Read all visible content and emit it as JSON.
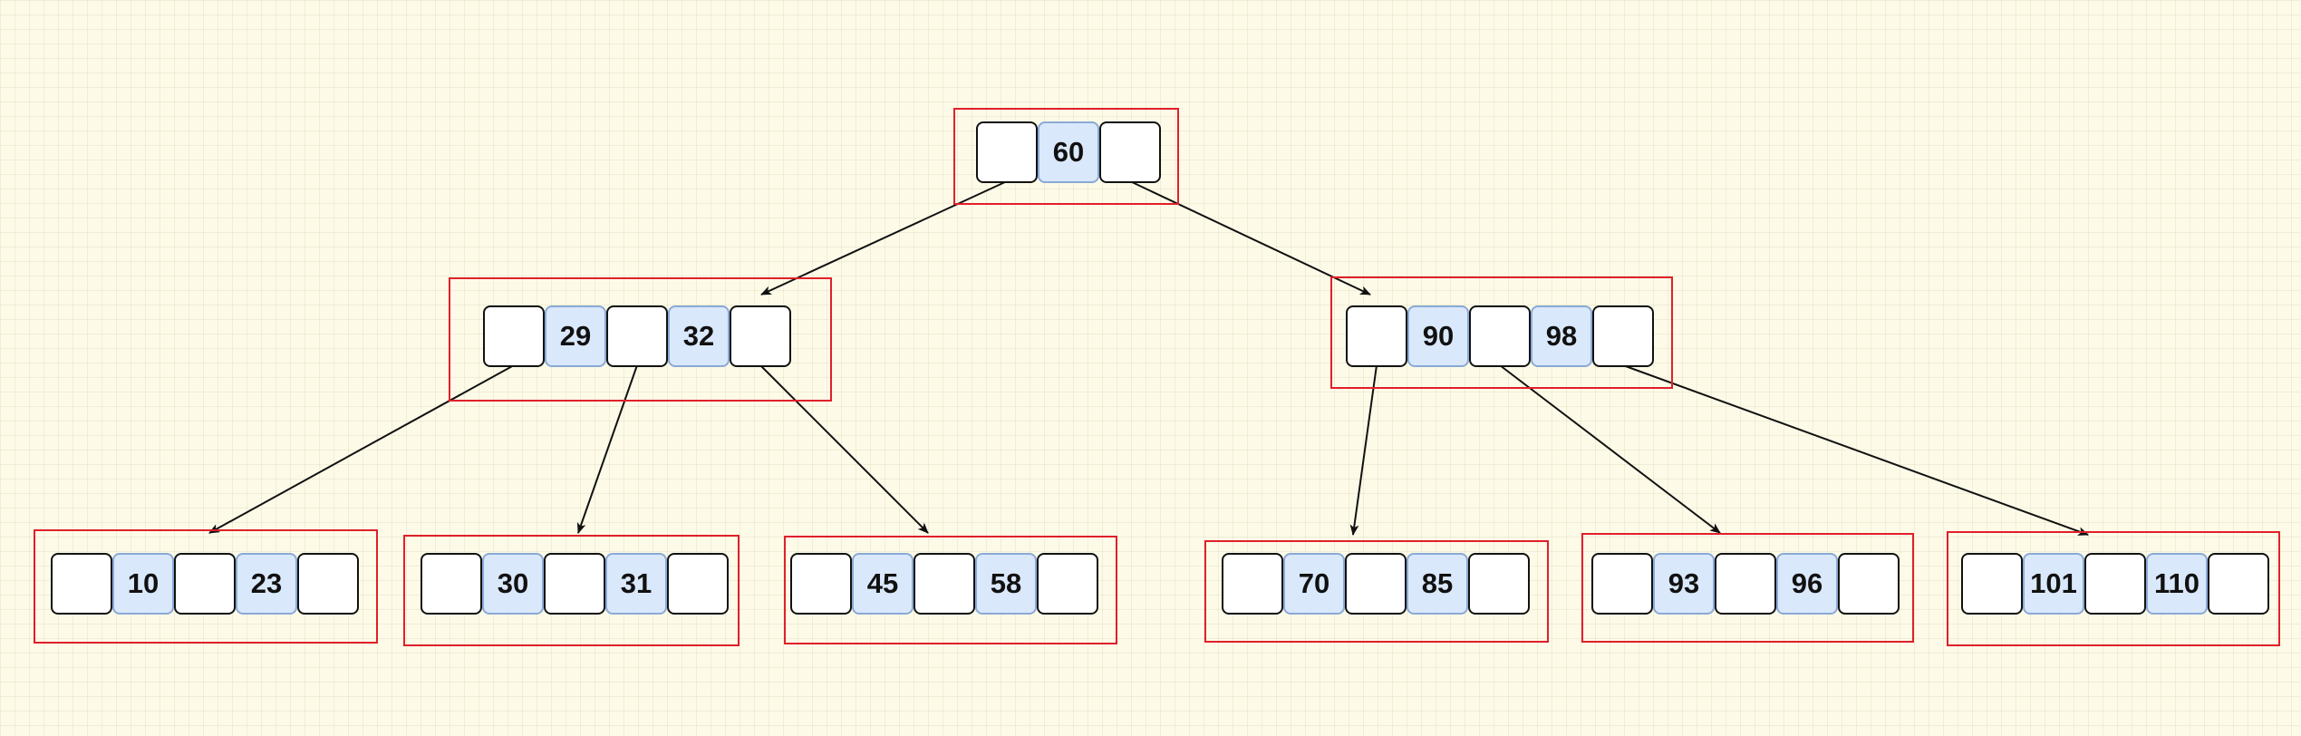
{
  "diagram": {
    "type": "b-tree",
    "nodes": [
      {
        "id": "root",
        "level": 0,
        "keys": [
          "60"
        ]
      },
      {
        "id": "n29-32",
        "level": 1,
        "keys": [
          "29",
          "32"
        ]
      },
      {
        "id": "n90-98",
        "level": 1,
        "keys": [
          "90",
          "98"
        ]
      },
      {
        "id": "n10-23",
        "level": 2,
        "keys": [
          "10",
          "23"
        ]
      },
      {
        "id": "n30-31",
        "level": 2,
        "keys": [
          "30",
          "31"
        ]
      },
      {
        "id": "n45-58",
        "level": 2,
        "keys": [
          "45",
          "58"
        ]
      },
      {
        "id": "n70-85",
        "level": 2,
        "keys": [
          "70",
          "85"
        ]
      },
      {
        "id": "n93-96",
        "level": 2,
        "keys": [
          "93",
          "96"
        ]
      },
      {
        "id": "n101-110",
        "level": 2,
        "keys": [
          "101",
          "110"
        ]
      }
    ],
    "edges": [
      {
        "from": "root",
        "pointer": 0,
        "to": "n29-32"
      },
      {
        "from": "root",
        "pointer": 1,
        "to": "n90-98"
      },
      {
        "from": "n29-32",
        "pointer": 0,
        "to": "n10-23"
      },
      {
        "from": "n29-32",
        "pointer": 1,
        "to": "n30-31"
      },
      {
        "from": "n29-32",
        "pointer": 2,
        "to": "n45-58"
      },
      {
        "from": "n90-98",
        "pointer": 0,
        "to": "n70-85"
      },
      {
        "from": "n90-98",
        "pointer": 1,
        "to": "n93-96"
      },
      {
        "from": "n90-98",
        "pointer": 2,
        "to": "n101-110"
      }
    ],
    "colors": {
      "background": "#fdfbe8",
      "node_frame": "#e0202a",
      "key_fill": "#dae8fc",
      "pointer_fill": "#ffffff",
      "edge": "#111111"
    }
  }
}
